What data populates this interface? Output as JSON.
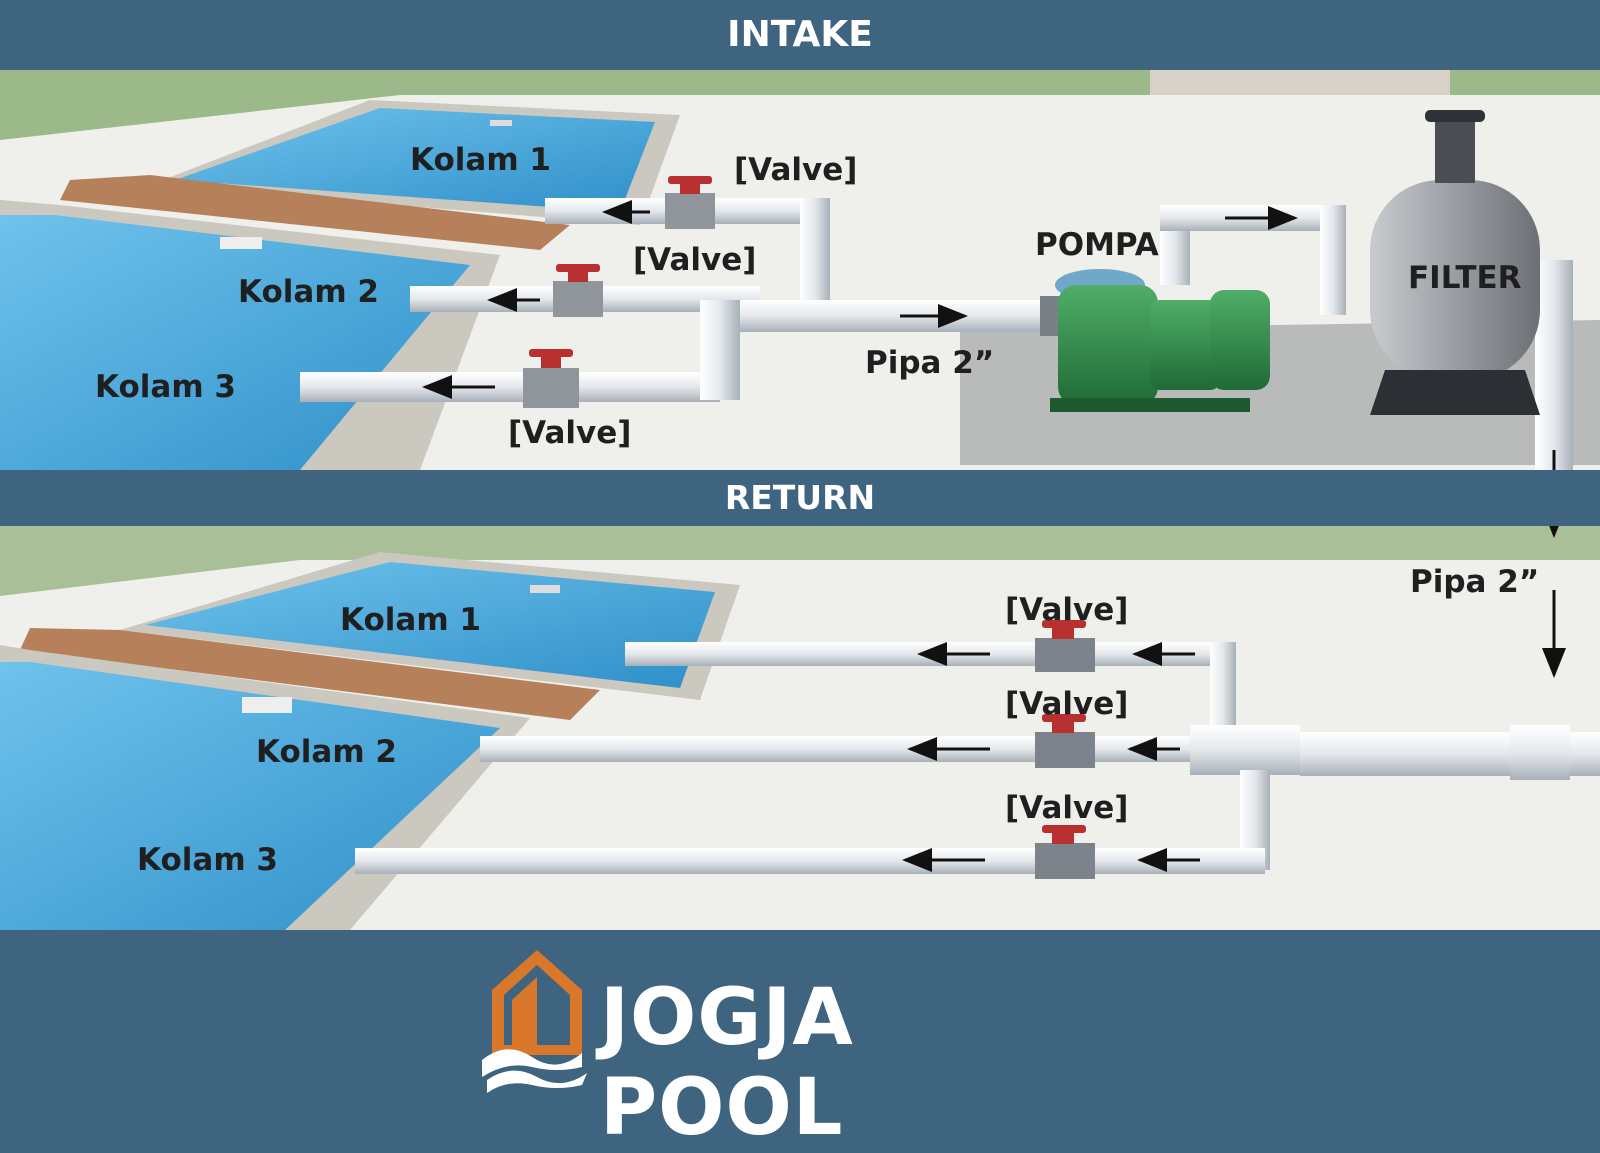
{
  "intake": {
    "title": "INTAKE",
    "pools": [
      "Kolam 1",
      "Kolam 2",
      "Kolam 3"
    ],
    "valve_label": "[Valve]",
    "pipe_label": "Pipa 2”",
    "pump_label": "POMPA",
    "filter_label": "FILTER"
  },
  "return": {
    "title": "RETURN",
    "pools": [
      "Kolam 1",
      "Kolam 2",
      "Kolam 3"
    ],
    "valve_label": "[Valve]",
    "pipe_label": "Pipa 2”"
  },
  "brand": {
    "name": "JOGJA POOL"
  },
  "colors": {
    "band": "#3e6480",
    "water": "#4aa6d8",
    "pipe": "#e3e7ec",
    "valve_handle": "#b83030",
    "pump": "#2f8a4a",
    "filter": "#9a9ea3",
    "logo_orange": "#d9772a"
  }
}
